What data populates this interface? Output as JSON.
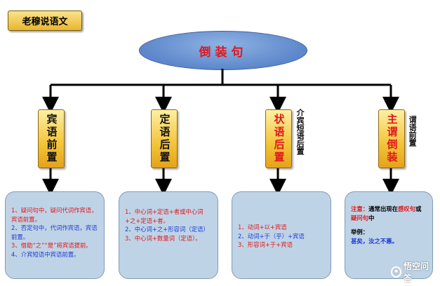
{
  "brand": "老穆说语文",
  "root": "倒装句",
  "categories": [
    {
      "label": "宾语前置",
      "color": "#111111",
      "side": "",
      "items": [
        {
          "text": "1、疑问句中，疑问代词作宾语，宾语前置。",
          "color": "#e0171c"
        },
        {
          "text": "2、否定句中，代词作宾语，宾语前置。",
          "color": "#1d3bd6"
        },
        {
          "text": "3、借助“之”“是”将宾语提前。",
          "color": "#e0171c"
        },
        {
          "text": "4、介宾短语中宾语前置。",
          "color": "#1d3bd6"
        }
      ]
    },
    {
      "label": "定语后置",
      "color": "#111111",
      "side": "",
      "items": [
        {
          "text": "1、中心词+定语+者或中心词+之+定语+者。",
          "color": "#e0171c"
        },
        {
          "text": "2、中心词+之+形容词（定语）",
          "color": "#1d3bd6"
        },
        {
          "text": "3、中心词+数量词（定语）。",
          "color": "#e0171c"
        }
      ]
    },
    {
      "label": "状语后置",
      "color": "#e0171c",
      "side": "介宾短语后置",
      "items": [
        {
          "text": "1、动词+以+宾语",
          "color": "#e0171c"
        },
        {
          "text": "2、动词+于（乎）+宾语",
          "color": "#1d3bd6"
        },
        {
          "text": "3、形容词+于+宾语",
          "color": "#e0171c"
        }
      ]
    },
    {
      "label": "主谓倒装",
      "color": "#e0171c",
      "side": "谓语前置",
      "note_label": "注意：",
      "note_text_1": "通常出现在",
      "note_red_1": "感叹句",
      "note_text_2": "或",
      "note_red_2": "疑问句",
      "note_text_3": "中",
      "example_label": "举例：",
      "example_text": "甚矣，汝之不惠。"
    }
  ],
  "watermark": "悟空问答",
  "colors": {
    "red": "#e0171c",
    "blue": "#1d3bd6",
    "gold": "#f3c338",
    "box": "#bfd3e6",
    "ellipse": "#6f96d4"
  }
}
